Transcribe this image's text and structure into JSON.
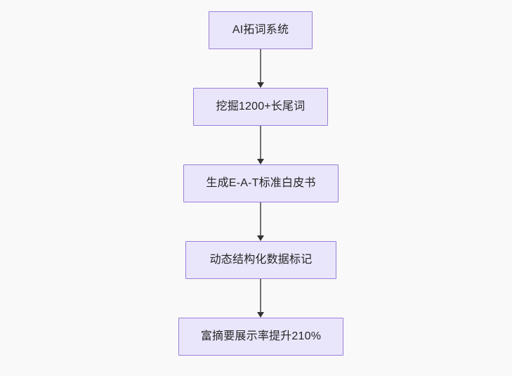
{
  "diagram": {
    "type": "flowchart",
    "direction": "top-to-bottom",
    "background_color": "#f9f9f9",
    "node_fill_color": "#e9e6fb",
    "node_border_color": "#9a7fd8",
    "node_text_color": "#262626",
    "edge_color": "#707070",
    "arrow_color": "#333333",
    "nodes": [
      {
        "id": "n0",
        "label": "AI拓词系统"
      },
      {
        "id": "n1",
        "label": "挖掘1200+长尾词"
      },
      {
        "id": "n2",
        "label": "生成E-A-T标准白皮书"
      },
      {
        "id": "n3",
        "label": "动态结构化数据标记"
      },
      {
        "id": "n4",
        "label": "富摘要展示率提升210%"
      }
    ],
    "edges": [
      {
        "from": "n0",
        "to": "n1",
        "label": ""
      },
      {
        "from": "n1",
        "to": "n2",
        "label": ""
      },
      {
        "from": "n2",
        "to": "n3",
        "label": ""
      },
      {
        "from": "n3",
        "to": "n4",
        "label": ""
      }
    ]
  }
}
